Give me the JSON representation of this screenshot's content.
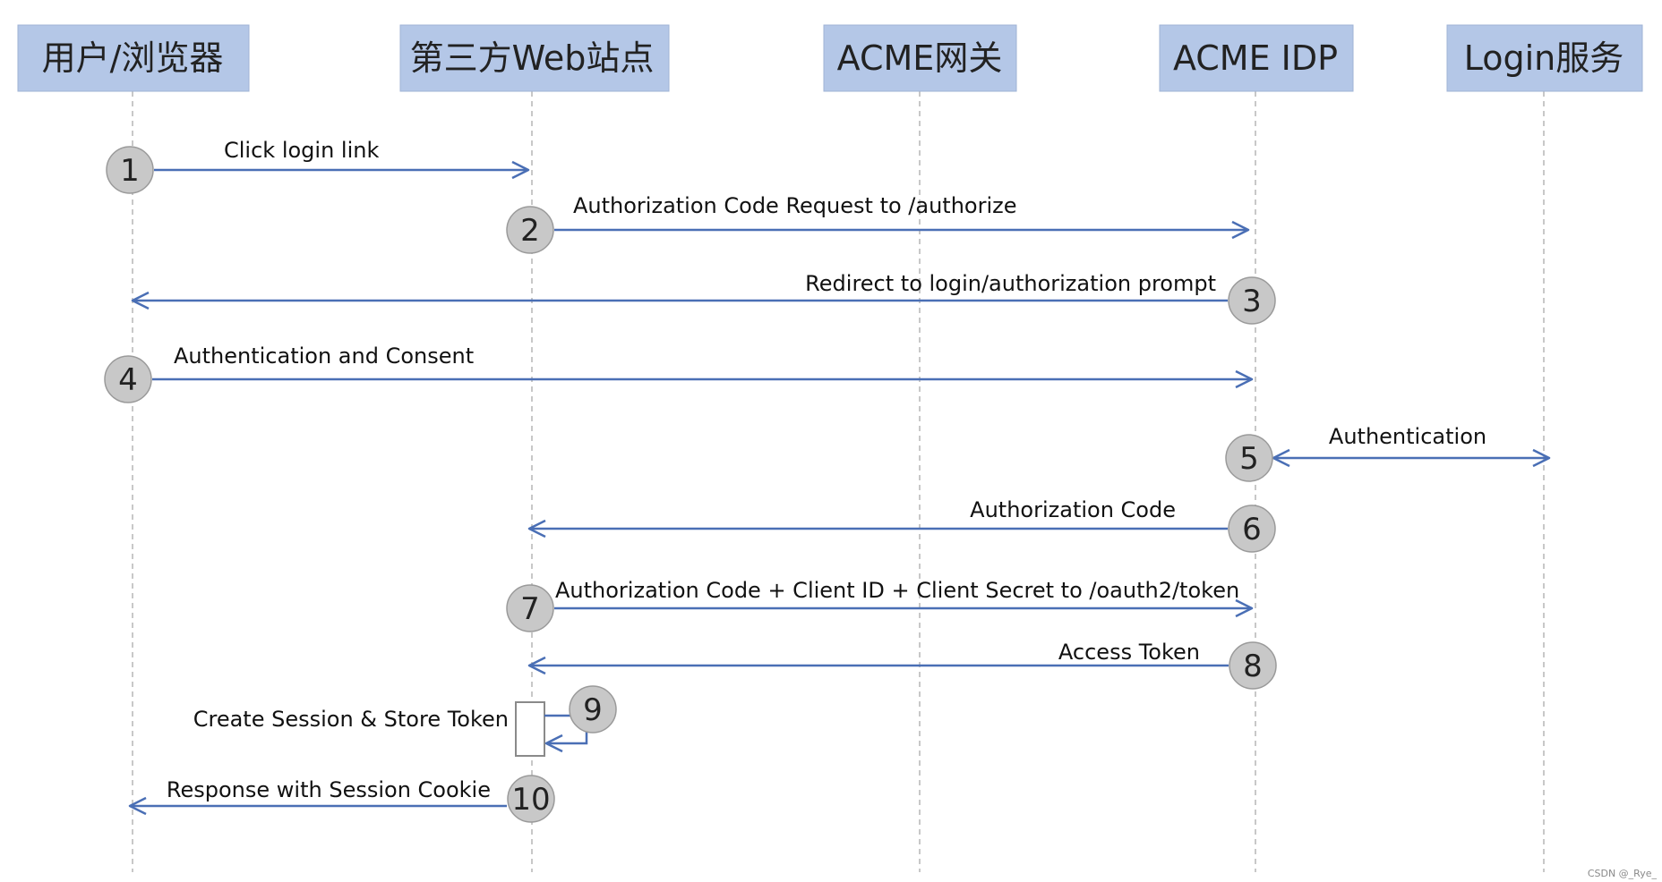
{
  "actors": [
    {
      "id": "browser",
      "label": "用户/浏览器"
    },
    {
      "id": "web",
      "label": "第三方Web站点"
    },
    {
      "id": "gateway",
      "label": "ACME网关"
    },
    {
      "id": "idp",
      "label": "ACME IDP"
    },
    {
      "id": "login",
      "label": "Login服务"
    }
  ],
  "messages": [
    {
      "step": "1",
      "from": "browser",
      "to": "web",
      "label": "Click login link"
    },
    {
      "step": "2",
      "from": "web",
      "to": "idp",
      "label": "Authorization Code Request to /authorize"
    },
    {
      "step": "3",
      "from": "idp",
      "to": "browser",
      "label": "Redirect to login/authorization prompt"
    },
    {
      "step": "4",
      "from": "browser",
      "to": "idp",
      "label": "Authentication and Consent"
    },
    {
      "step": "5",
      "from": "idp",
      "to": "login",
      "label": "Authentication",
      "bidirectional": true
    },
    {
      "step": "6",
      "from": "idp",
      "to": "web",
      "label": "Authorization Code"
    },
    {
      "step": "7",
      "from": "web",
      "to": "idp",
      "label": "Authorization Code + Client ID + Client Secret to /oauth2/token"
    },
    {
      "step": "8",
      "from": "idp",
      "to": "web",
      "label": "Access Token"
    },
    {
      "step": "9",
      "from": "web",
      "to": "web",
      "label": "Create Session & Store Token",
      "self": true
    },
    {
      "step": "10",
      "from": "web",
      "to": "browser",
      "label": "Response with Session Cookie"
    }
  ],
  "watermark": "CSDN @_Rye_",
  "colors": {
    "actor_fill": "#b4c7e7",
    "arrow": "#4a6fb5",
    "step_circle": "#c8c8c8"
  }
}
